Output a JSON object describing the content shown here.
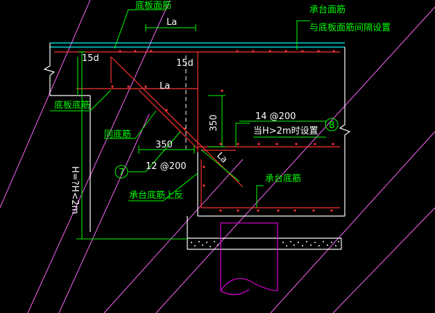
{
  "colors": {
    "background": "#000000",
    "concrete_outline": "#ffffff",
    "rebar": "#ff3333",
    "dimension": "#00ff00",
    "annotation": "#00ff00",
    "slab_line": "#00ffff",
    "hatch": "#ffffff",
    "pile": "#cc00cc",
    "construction_lines": "#ff66ff"
  },
  "labels": {
    "slab_top_bar": "底板面筋",
    "cap_top_bar_line1": "承台面筋",
    "cap_top_bar_line2": "与底板面筋间隔设置",
    "la_top": "La",
    "d15_left": "15d",
    "d15_right": "15d",
    "la_mid": "La",
    "slab_bottom_bar": "底板底筋",
    "same_bottom_bar": "同底筋",
    "vertical_dim": "H=?H<2m",
    "dim_350_vertical": "350",
    "dim_350_horizontal": "350",
    "la_diag": "La",
    "note_14_200": "14 @200",
    "note_h_gt_2m": "当H>2m时设置",
    "marker_8": "8",
    "marker_7": "7",
    "note_12_200": "12 @200",
    "cap_bottom_bar": "承台底筋",
    "cap_bottom_bar_flip": "承台底筋上反"
  }
}
